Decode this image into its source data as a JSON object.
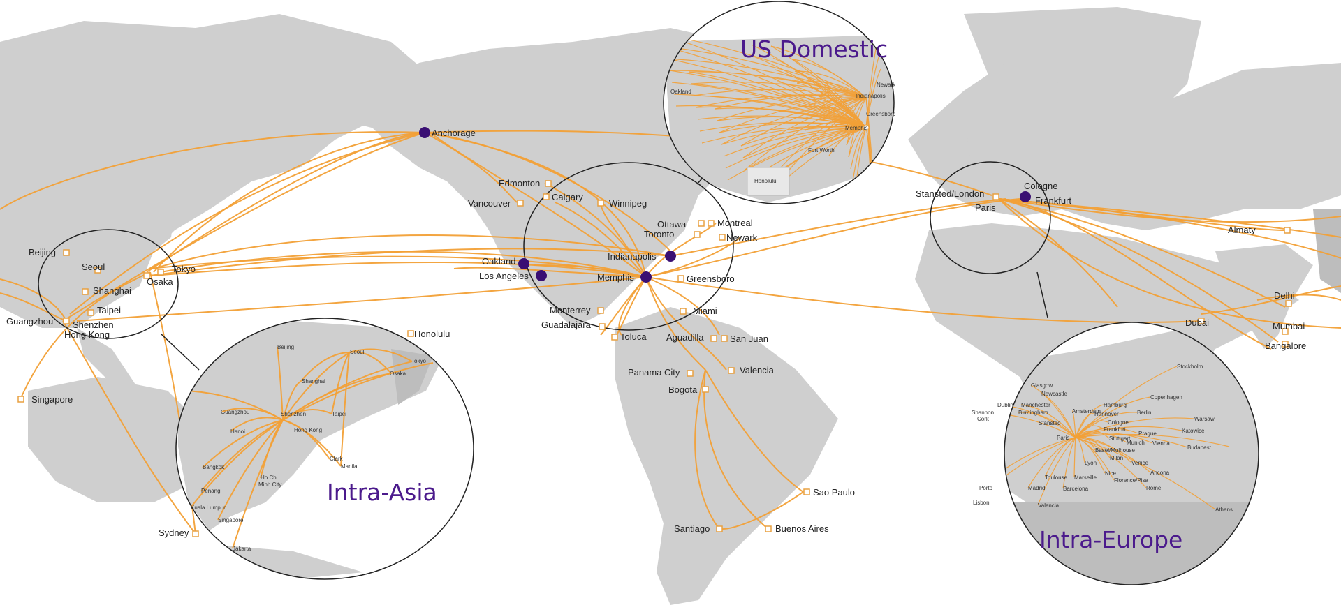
{
  "titles": {
    "us_domestic": "US Domestic",
    "intra_asia": "Intra-Asia",
    "intra_europe": "Intra-Europe"
  },
  "cities": {
    "anchorage": "Anchorage",
    "edmonton": "Edmonton",
    "calgary": "Calgary",
    "vancouver": "Vancouver",
    "winnipeg": "Winnipeg",
    "ottawa": "Ottawa",
    "toronto": "Toronto",
    "montreal": "Montreal",
    "newark": "Newark",
    "indianapolis": "Indianapolis",
    "oakland": "Oakland",
    "los_angeles": "Los Angeles",
    "memphis": "Memphis",
    "greensboro": "Greensboro",
    "monterrey": "Monterrey",
    "guadalajara": "Guadalajara",
    "toluca": "Toluca",
    "miami": "Miami",
    "aguadilla": "Aguadilla",
    "san_juan": "San Juan",
    "panama_city": "Panama City",
    "valencia": "Valencia",
    "bogota": "Bogota",
    "honolulu": "Honolulu",
    "sao_paulo": "Sao Paulo",
    "santiago": "Santiago",
    "buenos_aires": "Buenos Aires",
    "beijing": "Beijing",
    "seoul": "Seoul",
    "tokyo": "Tokyo",
    "osaka": "Osaka",
    "shanghai": "Shanghai",
    "taipei": "Taipei",
    "guangzhou": "Guangzhou",
    "shenzhen": "Shenzhen",
    "hong_kong": "Hong Kong",
    "singapore": "Singapore",
    "sydney": "Sydney",
    "stansted_london": "Stansted/London",
    "paris": "Paris",
    "cologne": "Cologne",
    "frankfurt": "Frankfurt",
    "almaty": "Almaty",
    "delhi": "Delhi",
    "dubai": "Dubai",
    "mumbai": "Mumbai",
    "bangalore": "Bangalore"
  },
  "asia_inset": {
    "beijing": "Beijing",
    "seoul": "Seoul",
    "osaka": "Osaka",
    "tokyo": "Tokyo",
    "shanghai": "Shanghai",
    "guangzhou": "Guangzhou",
    "shenzhen": "Shenzhen",
    "taipei": "Taipei",
    "hanoi": "Hanoi",
    "hong_kong": "Hong Kong",
    "bangkok": "Bangkok",
    "clark": "Clark",
    "manila": "Manila",
    "ho_chi": "Ho Chi",
    "minh_city": "Minh City",
    "penang": "Penang",
    "kuala_lumpur": "Kuala Lumpur",
    "singapore": "Singapore",
    "jakarta": "Jakarta"
  },
  "us_inset": {
    "oakland": "Oakland",
    "indianapolis": "Indianapolis",
    "greensboro": "Greensboro",
    "memphis": "Memphis",
    "fort_worth": "Fort Worth",
    "honolulu": "Honolulu",
    "newark": "Newark"
  },
  "europe_inset": {
    "stockholm": "Stockholm",
    "glasgow": "Glasgow",
    "newcastle": "Newcastle",
    "copenhagen": "Copenhagen",
    "dublin": "Dublin",
    "manchester": "Manchester",
    "hamburg": "Hamburg",
    "birmingham": "Birmingham",
    "amsterdam": "Amsterdam",
    "hannover": "Hannover",
    "berlin": "Berlin",
    "shannon": "Shannon",
    "cork": "Cork",
    "stansted": "Stansted",
    "cologne": "Cologne",
    "warsaw": "Warsaw",
    "frankfurt": "Frankfurt",
    "prague": "Prague",
    "katowice": "Katowice",
    "paris": "Paris",
    "stuttgart": "Stuttgart",
    "munich": "Munich",
    "vienna": "Vienna",
    "budapest": "Budapest",
    "basel_mulhouse": "Basel/Mulhouse",
    "milan": "Milan",
    "lyon": "Lyon",
    "venice": "Venice",
    "ancona": "Ancona",
    "nice": "Nice",
    "toulouse": "Toulouse",
    "marseille": "Marseille",
    "florence_pisa": "Florence/Pisa",
    "porto": "Porto",
    "madrid": "Madrid",
    "barcelona": "Barcelona",
    "rome": "Rome",
    "lisbon": "Lisbon",
    "valencia": "Valencia",
    "athens": "Athens"
  },
  "colors": {
    "route": "#f2a036",
    "hub": "#3a0f73",
    "land": "#cfcfcf",
    "title": "#4b1a8c"
  }
}
